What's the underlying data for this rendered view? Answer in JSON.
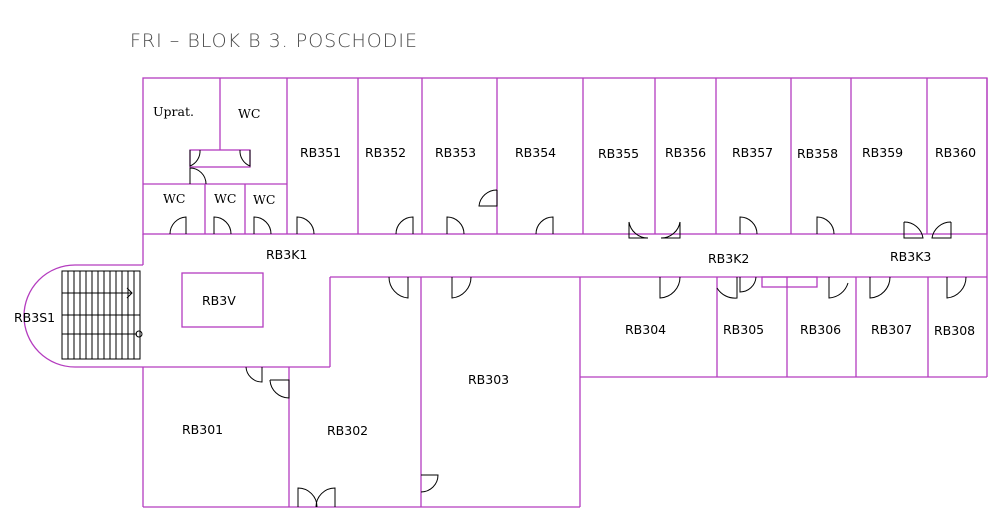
{
  "title": "FRI – BLOK B 3. POSCHODIE",
  "colors": {
    "wall": "#b43cbf",
    "door": "#000000",
    "text": "#000000",
    "title": "#4a4a4a"
  },
  "rooms": {
    "uprat": "Uprat.",
    "wc_top": "WC",
    "wc1": "WC",
    "wc2": "WC",
    "wc3": "WC",
    "rb351": "RB351",
    "rb352": "RB352",
    "rb353": "RB353",
    "rb354": "RB354",
    "rb355": "RB355",
    "rb356": "RB356",
    "rb357": "RB357",
    "rb358": "RB358",
    "rb359": "RB359",
    "rb360": "RB360",
    "rb3k1": "RB3K1",
    "rb3k2": "RB3K2",
    "rb3k3": "RB3K3",
    "rb3v": "RB3V",
    "rb3s1": "RB3S1",
    "rb301": "RB301",
    "rb302": "RB302",
    "rb303": "RB303",
    "rb304": "RB304",
    "rb305": "RB305",
    "rb306": "RB306",
    "rb307": "RB307",
    "rb308": "RB308"
  }
}
